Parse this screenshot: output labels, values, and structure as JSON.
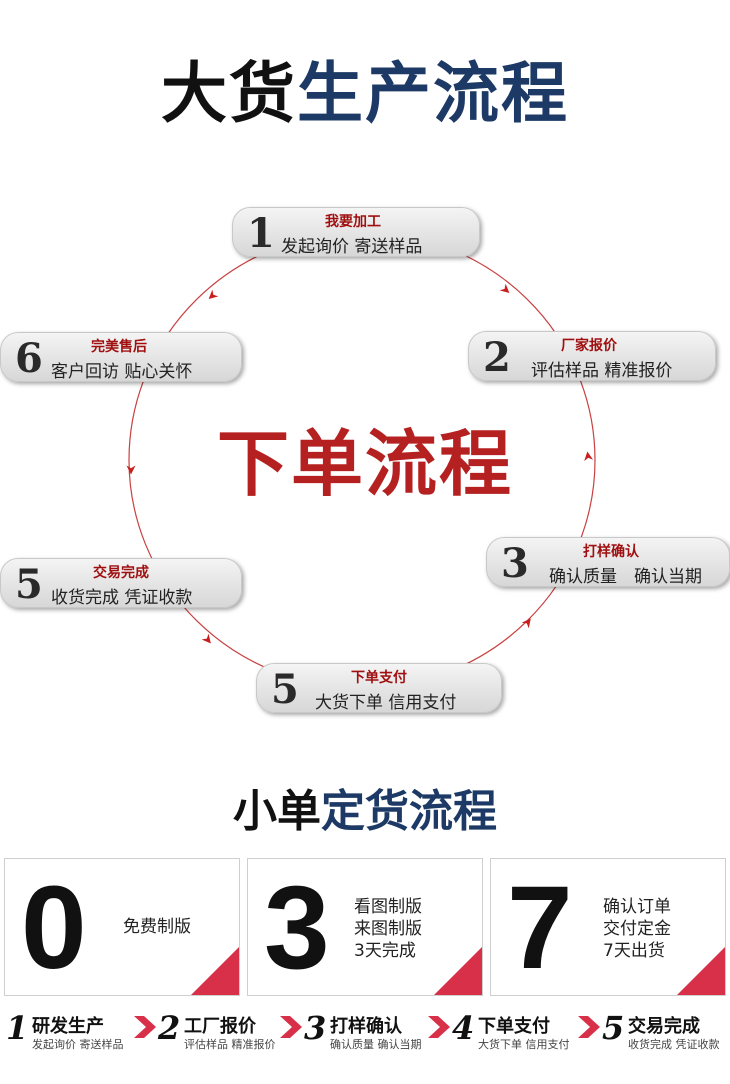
{
  "top_title": {
    "part1": "大货",
    "part2": "生产流程"
  },
  "order_cycle": {
    "center_title": "下单流程",
    "steps": [
      {
        "num": "1",
        "head": "我要加工",
        "desc": "发起询价 寄送样品"
      },
      {
        "num": "2",
        "head": "厂家报价",
        "desc": "评估样品 精准报价"
      },
      {
        "num": "3",
        "head": "打样确认",
        "desc": "确认质量　确认当期"
      },
      {
        "num": "5",
        "head": "下单支付",
        "desc": "大货下单 信用支付"
      },
      {
        "num": "5",
        "head": "交易完成",
        "desc": "收货完成 凭证收款"
      },
      {
        "num": "6",
        "head": "完美售后",
        "desc": "客户回访 贴心关怀"
      }
    ]
  },
  "second_title": {
    "part1": "小单",
    "part2": "定货流程"
  },
  "cards": [
    {
      "big": "0",
      "lines": [
        "免费制版"
      ]
    },
    {
      "big": "3",
      "lines": [
        "看图制版",
        "来图制版",
        "3天完成"
      ]
    },
    {
      "big": "7",
      "lines": [
        "确认订单",
        "交付定金",
        "7天出货"
      ]
    }
  ],
  "bottom_steps": [
    {
      "num": "1",
      "label": "研发生产",
      "sub": "发起询价 寄送样品"
    },
    {
      "num": "2",
      "label": "工厂报价",
      "sub": "评估样品 精准报价"
    },
    {
      "num": "3",
      "label": "打样确认",
      "sub": "确认质量 确认当期"
    },
    {
      "num": "4",
      "label": "下单支付",
      "sub": "大货下单 信用支付"
    },
    {
      "num": "5",
      "label": "交易完成",
      "sub": "收货完成 凭证收款"
    }
  ],
  "colors": {
    "navy": "#1d3a66",
    "red": "#b52020",
    "accent": "#d9304a",
    "arrow": "#c81e1e"
  }
}
